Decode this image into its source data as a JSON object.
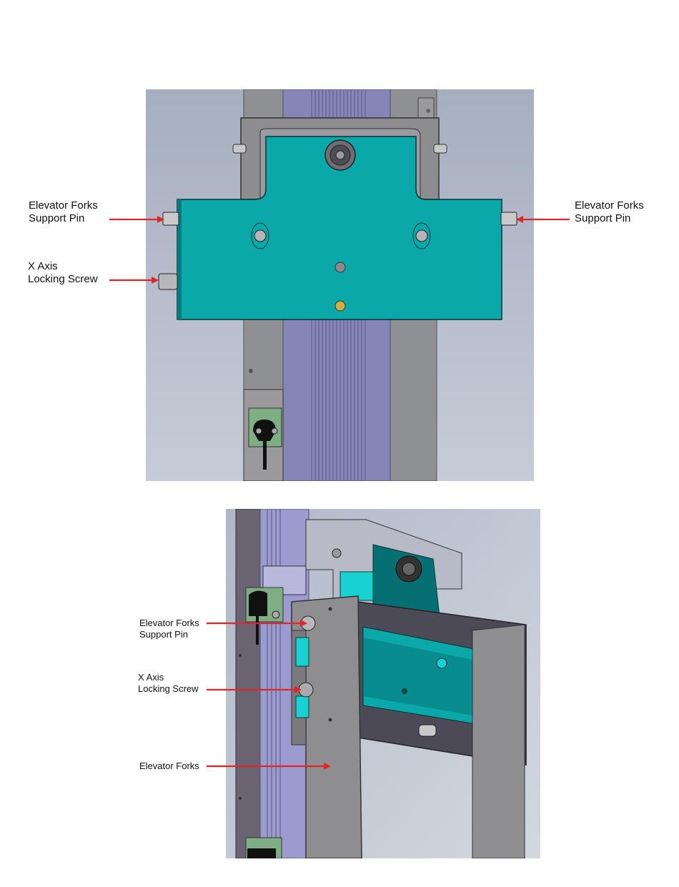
{
  "colors": {
    "background": "#ffffff",
    "teal_plate": "#0aa8a8",
    "dark_teal": "#066f73",
    "rail_blue": "#8685b5",
    "gray_frame": "#8f8f92",
    "dark_gray": "#4d4a57",
    "arrow_red": "#e0262a",
    "bg_gradient_top": "#a8b1c2",
    "bg_gradient_bottom": "#c8cdd8"
  },
  "top_figure": {
    "callouts": {
      "left_pin": "Elevator Forks\nSupport Pin",
      "right_pin": "Elevator Forks\nSupport Pin",
      "locking_screw": "X Axis\nLocking Screw"
    }
  },
  "bottom_figure": {
    "callouts": {
      "support_pin": "Elevator Forks\nSupport Pin",
      "locking_screw": "X Axis\nLocking Screw",
      "forks": "Elevator Forks"
    }
  }
}
